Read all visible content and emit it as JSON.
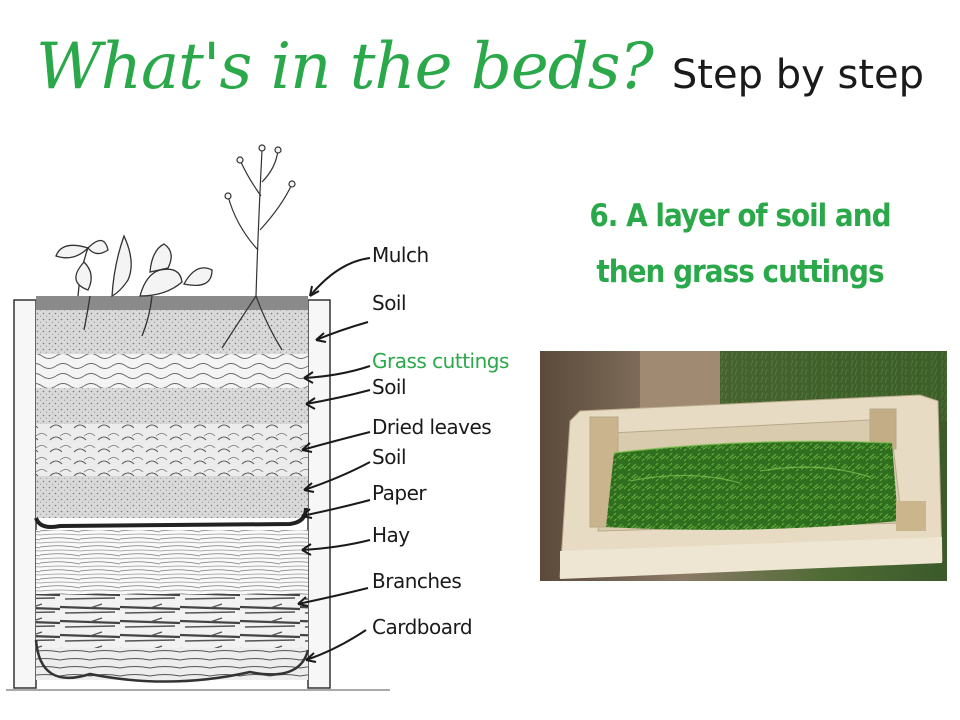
{
  "title": {
    "main": "What's in the beds?",
    "sub": "Step by step"
  },
  "step": {
    "line1": "6. A layer of soil and",
    "line2": "then grass cuttings"
  },
  "layers": [
    {
      "label": "Mulch"
    },
    {
      "label": "Soil"
    },
    {
      "label": "Grass cuttings",
      "highlight": true
    },
    {
      "label": "Soil"
    },
    {
      "label": "Dried leaves"
    },
    {
      "label": "Soil"
    },
    {
      "label": "Paper"
    },
    {
      "label": "Hay"
    },
    {
      "label": "Branches"
    },
    {
      "label": "Cardboard"
    }
  ],
  "colors": {
    "accent_green": "#2aa84a",
    "ink": "#1a1a1a",
    "grass": "#3c8a2a",
    "wood": "#e9dcc2"
  }
}
